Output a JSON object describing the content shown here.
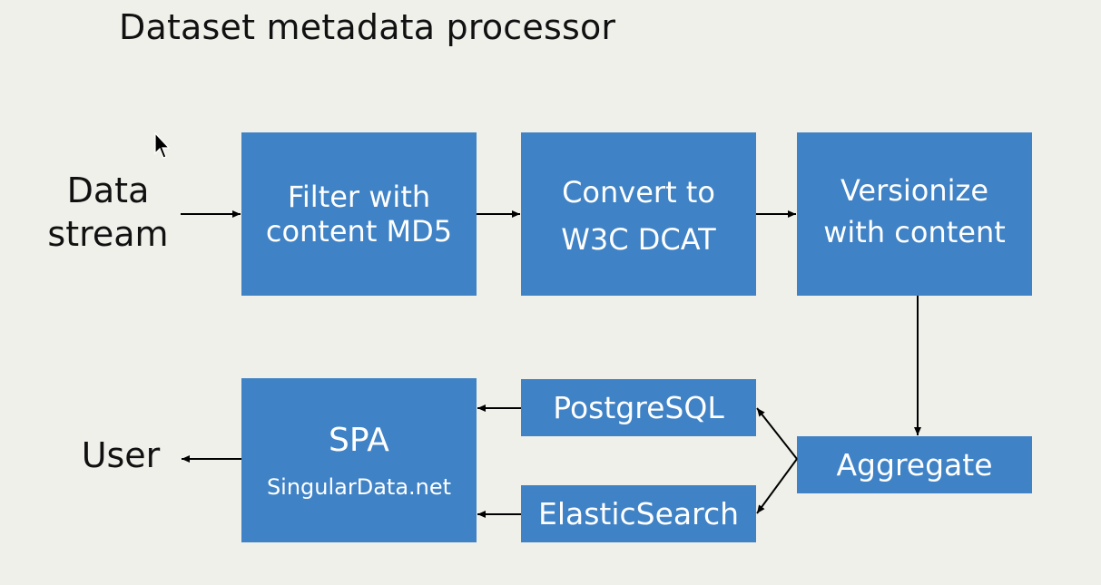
{
  "title": "Dataset metadata processor",
  "labels": {
    "input_line1": "Data",
    "input_line2": "stream",
    "output": "User"
  },
  "boxes": {
    "filter": "Filter with\ncontent MD5",
    "convert": "Convert to\nW3C DCAT",
    "versionize": "Versionize\nwith content",
    "aggregate": "Aggregate",
    "postgres": "PostgreSQL",
    "elastic": "ElasticSearch",
    "spa_title": "SPA",
    "spa_subtitle": "SingularData.net"
  },
  "colors": {
    "box_fill": "#3f82c5",
    "box_text": "#ffffff",
    "background": "#f0f0eb",
    "arrow": "#000000"
  },
  "icons": {
    "cursor": "mouse-pointer-icon"
  }
}
